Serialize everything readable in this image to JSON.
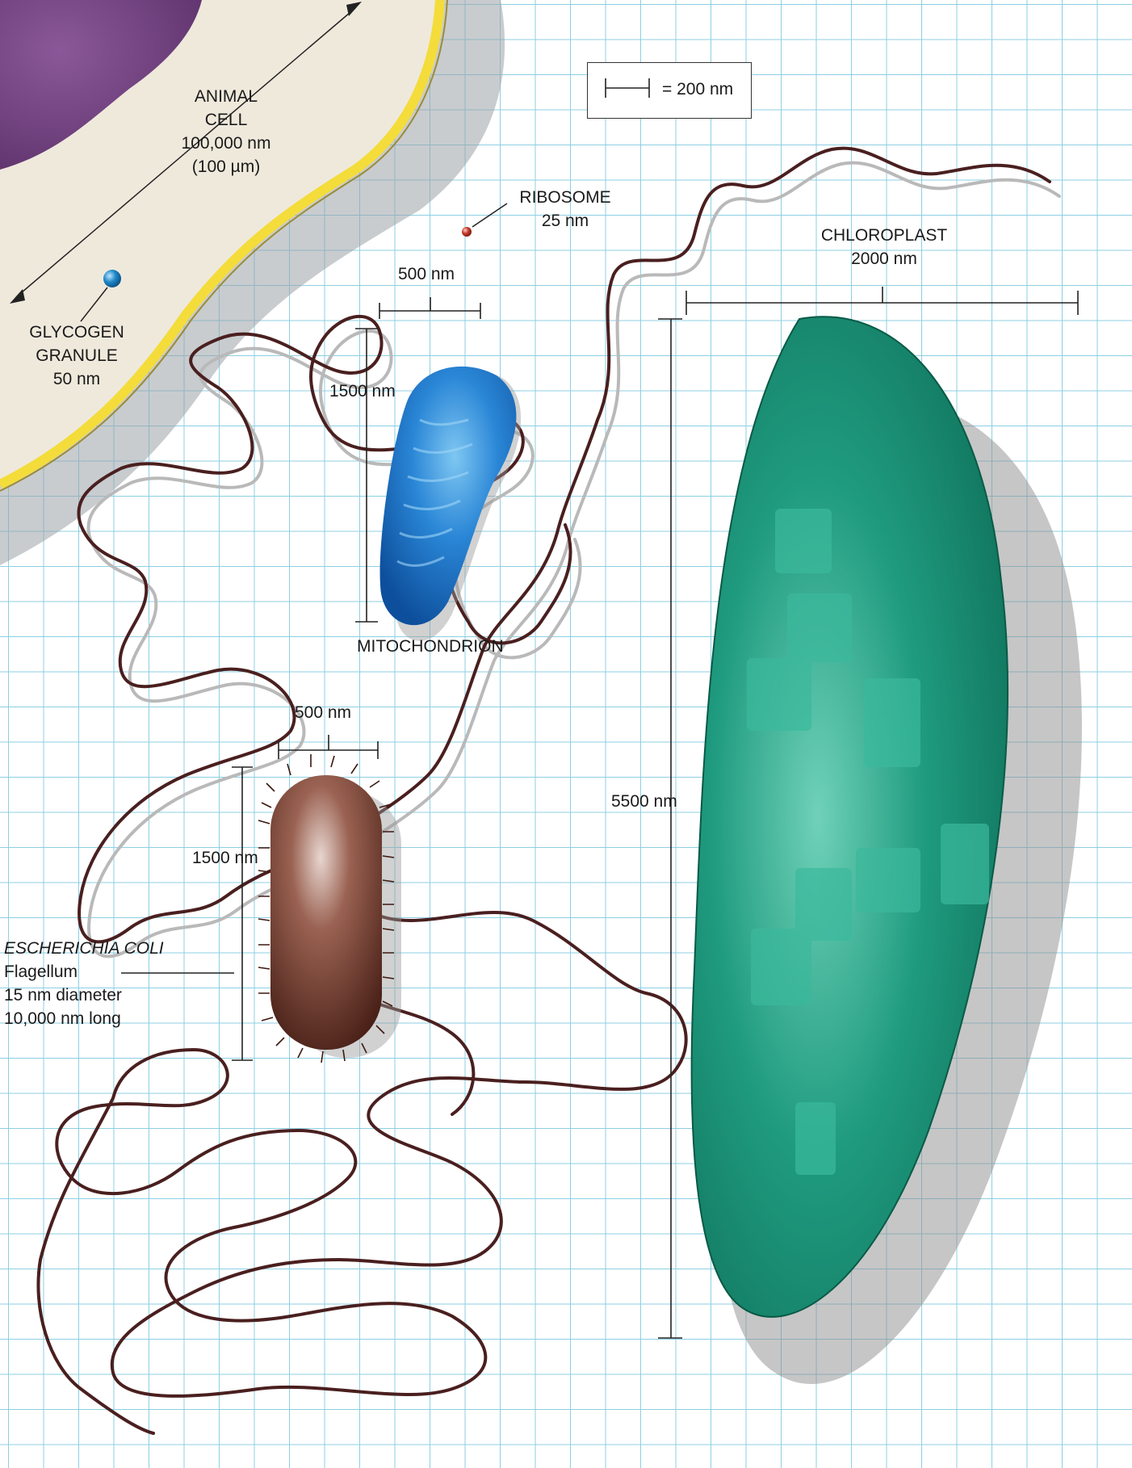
{
  "scale_key": {
    "text": "= 200 nm"
  },
  "animal_cell": {
    "line1": "ANIMAL",
    "line2": "CELL",
    "line3": "100,000 nm",
    "line4": "(100 µm)"
  },
  "glycogen": {
    "line1": "GLYCOGEN",
    "line2": "GRANULE",
    "line3": "50 nm"
  },
  "ribosome": {
    "line1": "RIBOSOME",
    "line2": "25 nm"
  },
  "mitochondrion": {
    "name": "MITOCHONDRION",
    "width": "500 nm",
    "length": "1500 nm"
  },
  "ecoli": {
    "width": "500 nm",
    "length": "1500 nm",
    "name": "ESCHERICHIA COLI",
    "flagellum": "Flagellum",
    "diameter": "15 nm diameter",
    "long": "10,000 nm long"
  },
  "chloroplast": {
    "name": "CHLOROPLAST",
    "width": "2000 nm",
    "length": "5500 nm"
  },
  "colors": {
    "grid": "#8ccfe3",
    "cell_cytoplasm": "#efe9dc",
    "nucleus": "#6e3f7c",
    "membrane": "#f4dc3a",
    "flagellum": "#4a1f1f",
    "mitochondrion": "#1f74c8",
    "ecoli": "#6b3a2c",
    "chloroplast": "#1c8f74",
    "glycogen": "#1e88c8",
    "ribosome": "#c0392b"
  }
}
